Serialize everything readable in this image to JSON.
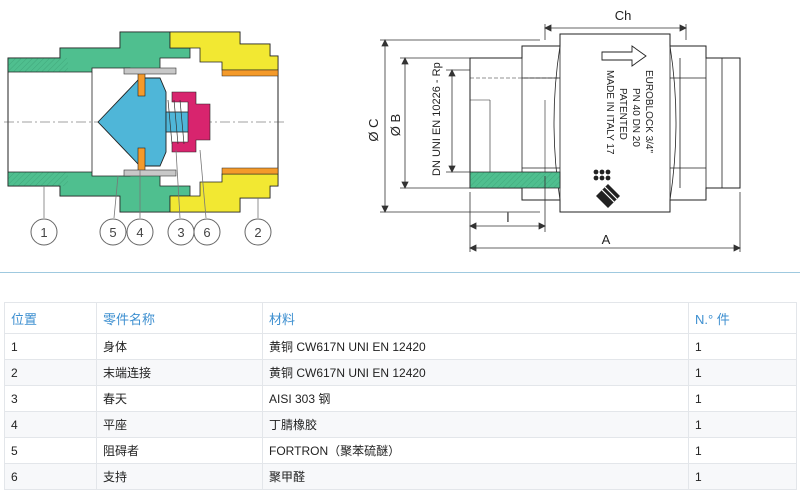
{
  "diagram": {
    "callouts": [
      "1",
      "5",
      "4",
      "3",
      "6",
      "2"
    ],
    "dim_ch": "Ch",
    "dim_phi_c": "Ø C",
    "dim_phi_b": "Ø B",
    "dim_standard": "DN UNI EN 10226 - Rp",
    "dim_l": "l",
    "dim_a": "A",
    "body_marking": [
      "EUROBLOCK 3/4\"",
      "PN 40   DN 20",
      "PATENTED",
      "MADE IN ITALY 17"
    ],
    "colors": {
      "body_green": "#4fbf8f",
      "brass_yellow": "#f2e832",
      "cone_blue": "#4fb6d8",
      "seat_orange": "#f49a2a",
      "support_magenta": "#d8246e",
      "callout_gray": "#666666"
    }
  },
  "table": {
    "headers": [
      "位置",
      "零件名称",
      "材料",
      "N.° 件"
    ],
    "rows": [
      [
        "1",
        "身体",
        "黄铜 CW617N UNI EN 12420",
        "1"
      ],
      [
        "2",
        "末端连接",
        "黄铜 CW617N UNI EN 12420",
        "1"
      ],
      [
        "3",
        "春天",
        "AISI 303 钢",
        "1"
      ],
      [
        "4",
        "平座",
        "丁腈橡胶",
        "1"
      ],
      [
        "5",
        "阻碍者",
        "FORTRON（聚苯硫醚）",
        "1"
      ],
      [
        "6",
        "支持",
        "聚甲醛",
        "1"
      ]
    ]
  }
}
